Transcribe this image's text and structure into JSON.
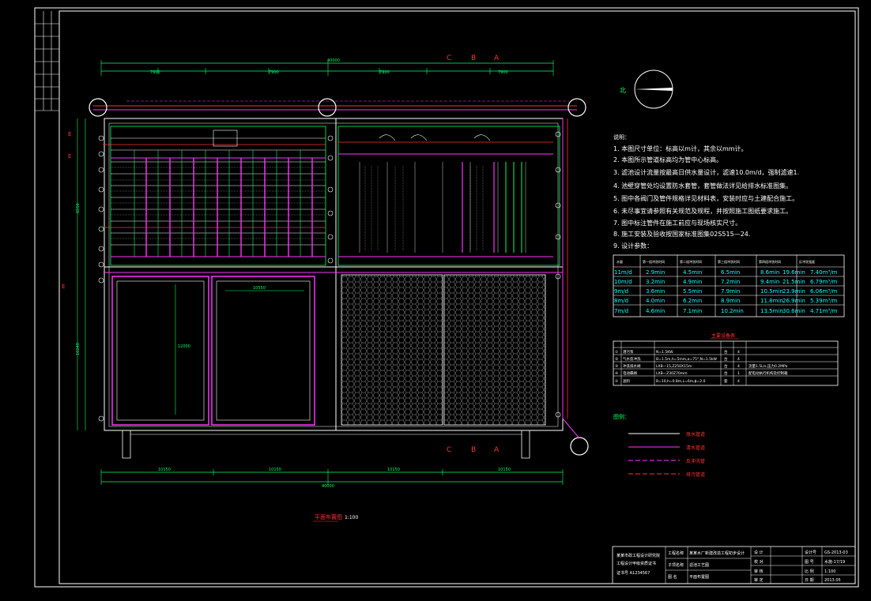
{
  "drawing": {
    "section_markers": [
      "C",
      "B",
      "A"
    ],
    "total_width_dim": "40000",
    "bottom_dims": [
      "10150",
      "10150",
      "10150",
      "10150"
    ],
    "plan_title": "平面布置图",
    "plan_scale": "1:100",
    "north_label": "北",
    "top_dims": [
      "7900",
      "7900",
      "7900",
      "7900"
    ],
    "left_dims": [
      "6550",
      "10240"
    ],
    "tank_dims": [
      "10550",
      "12000"
    ]
  },
  "notes": {
    "title": "说明：",
    "items": [
      "1. 本图尺寸单位：标高以m计，其余以mm计。",
      "2. 本图所示管道标高均为管中心标高。",
      "3. 滤池设计流量按最高日供水量设计，滤速10.0m/d，强制滤速1.",
      "4. 池壁穿管处均设置防水套管，套管做法详见给排水标准图集。",
      "5. 图中各阀门及管件规格详见材料表，安装时应与土建配合施工。",
      "6. 未尽事宜请参照有关规范及规程，并按照施工图纸要求施工。",
      "7. 图中标注管件在施工前应与现场核实尺寸。",
      "8. 施工安装及验收按国家标准图集02S515—24.",
      "9. 设计参数："
    ]
  },
  "param_table": {
    "headers": [
      "水量",
      "第一组冲洗时间",
      "第二组冲洗时间",
      "第三组冲洗时间",
      "第四组冲洗时间",
      "反冲洗强度"
    ],
    "rows": [
      [
        "11m/d",
        "2.9min",
        "4.5min",
        "6.5min",
        "8.6min",
        "19.6min",
        "7.40m³/m"
      ],
      [
        "10m/d",
        "3.2min",
        "4.9min",
        "7.2min",
        "9.4min",
        "21.5min",
        "6.79m³/m"
      ],
      [
        "9m/d",
        "3.6min",
        "5.5min",
        "7.9min",
        "10.5min",
        "23.9min",
        "6.06m³/m"
      ],
      [
        "8m/d",
        "4.0min",
        "6.2min",
        "8.9min",
        "11.8min",
        "26.9min",
        "5.39m³/m"
      ],
      [
        "7m/d",
        "4.6min",
        "7.1min",
        "10.2min",
        "13.5min",
        "30.6min",
        "4.71m³/m"
      ]
    ]
  },
  "equip_table": {
    "title": "主要设备表",
    "rows": [
      [
        "①",
        "潜污泵",
        "N=1.5KW",
        "台",
        "4",
        ""
      ],
      [
        "②",
        "气水反冲洗",
        "B=1.5m,h=5mm,α=75°,N=1.5kW",
        "台",
        "4",
        ""
      ],
      [
        "③",
        "冲洗排水阀",
        "LXB—15,Z250X15m",
        "台",
        "4",
        "流量1.5L/s,压力0.2MPa"
      ],
      [
        "④",
        "电动蝶阀",
        "LXB—Z30Z70mm",
        "台",
        "1",
        "配电动执行机构及控制箱"
      ],
      [
        "⑤",
        "滤料",
        "B=10,h=0.8m,L=6m,ϕ=2.0",
        "套",
        "4",
        ""
      ]
    ]
  },
  "legend": {
    "title": "图例：",
    "items": [
      {
        "label": "原水管道",
        "color": "#ffffff",
        "dash": false
      },
      {
        "label": "清水管道",
        "color": "#ff33ff",
        "dash": false
      },
      {
        "label": "反冲洗管",
        "color": "#ff33ff",
        "dash": true
      },
      {
        "label": "排污管道",
        "color": "#ff3333",
        "dash": true
      }
    ]
  },
  "title_block": {
    "company": "某某市政工程设计研究院",
    "company2": "工程设计甲级资质证书",
    "code": "证书号 A1234567",
    "project_label": "工程名称",
    "project_name": "某某水厂新建改造工程初步设计",
    "sub_label": "子项名称",
    "sub_name": "滤池工艺图",
    "drawing_label": "图 名",
    "drawing_name": "平面布置图",
    "rows_right": [
      "设 计",
      "校 对",
      "审 核",
      "审 定"
    ],
    "meta": [
      [
        "设计号",
        "GS-2013-03"
      ],
      [
        "图 号",
        "水施-17/19"
      ],
      [
        "比 例",
        "1:100"
      ],
      [
        "日 期",
        "2013.05"
      ]
    ]
  }
}
